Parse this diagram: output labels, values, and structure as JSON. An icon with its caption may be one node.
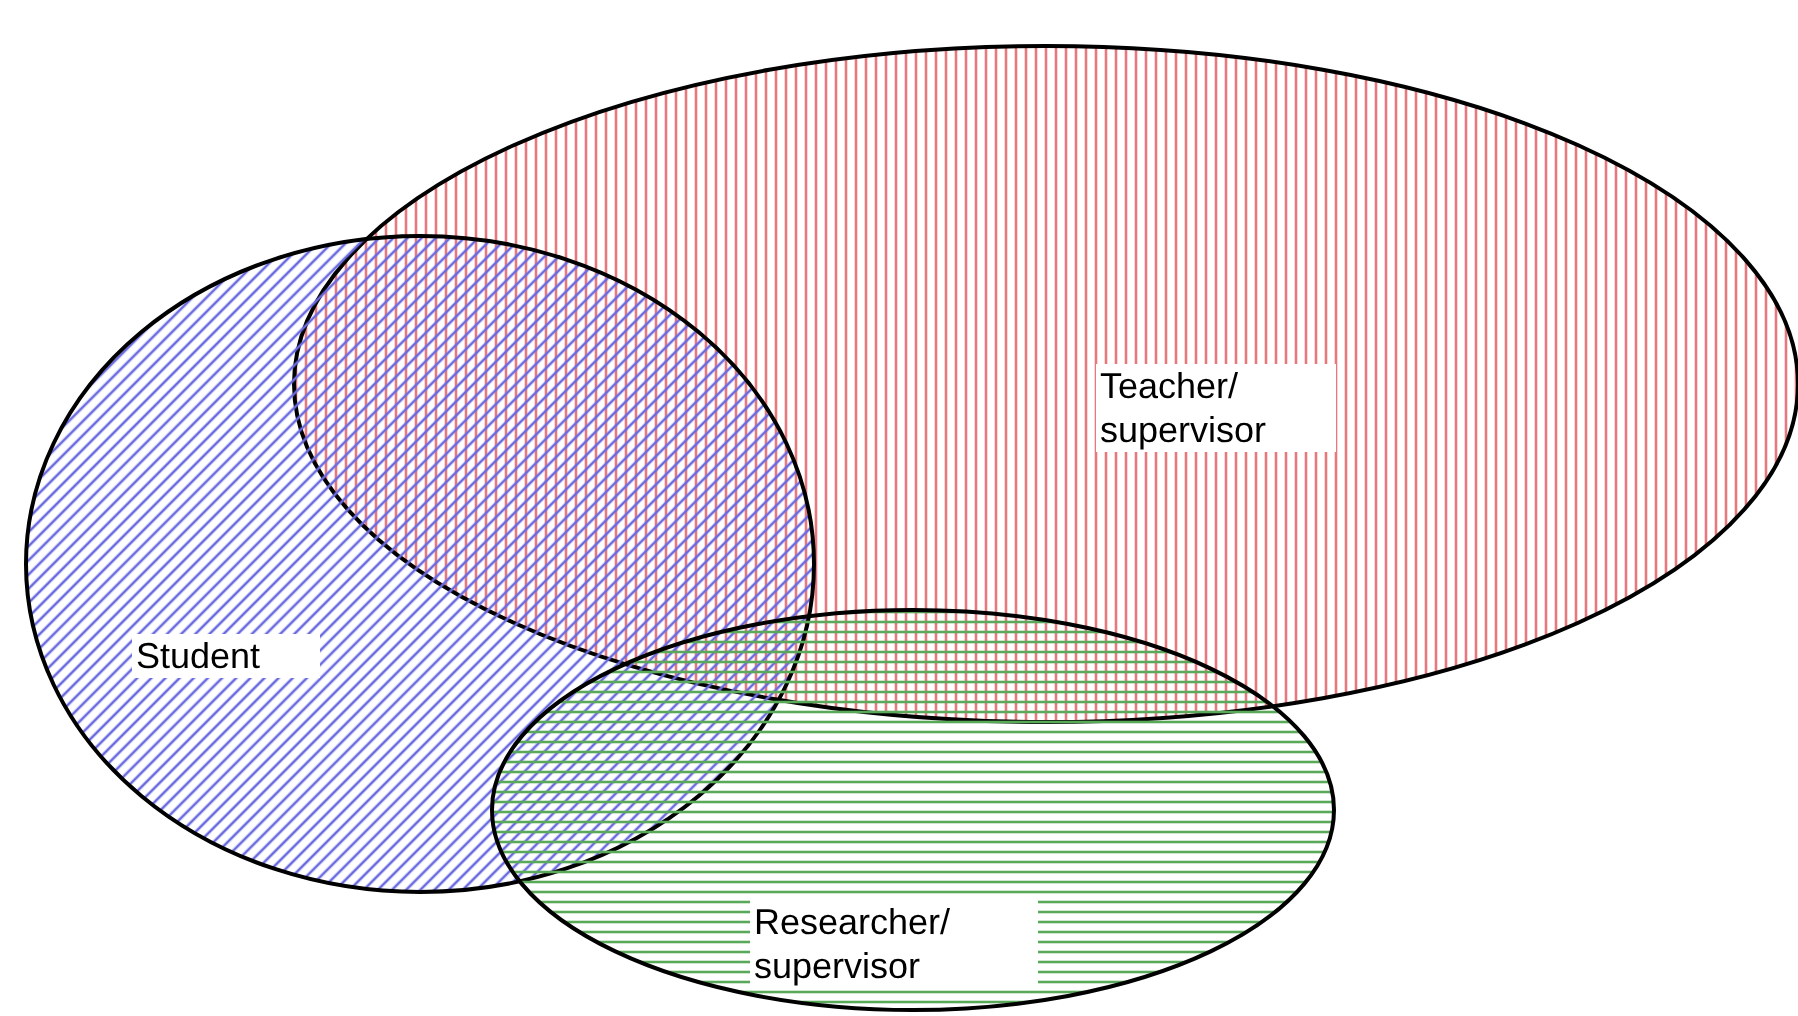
{
  "diagram": {
    "nodes": [
      {
        "text": [
          "Teacher/ supervisor"
        ]
      },
      {
        "text": [
          "Student"
        ]
      },
      {
        "text": [
          "Researcher/ supervisor"
        ]
      }
    ]
  }
}
